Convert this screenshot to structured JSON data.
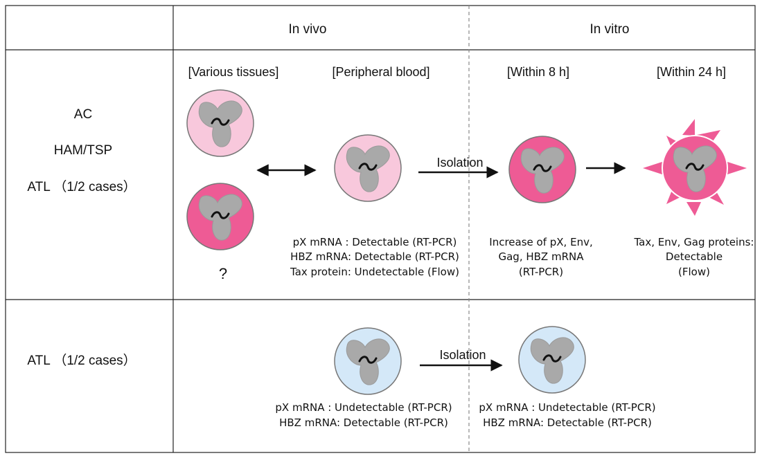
{
  "header": {
    "in_vivo": "In vivo",
    "in_vitro": "In vitro"
  },
  "row1": {
    "labels": [
      "AC",
      "HAM/TSP",
      "ATL （1/2 cases）"
    ],
    "stages": {
      "various_tissues": "[Various tissues]",
      "peripheral_blood": "[Peripheral blood]",
      "within_8h": "[Within 8 h]",
      "within_24h": "[Within 24 h]"
    },
    "question_mark": "?",
    "isolation_label": "Isolation",
    "peripheral_notes": [
      "pX  mRNA : Detectable (RT-PCR)",
      "HBZ mRNA: Detectable (RT-PCR)",
      "Tax protein: Undetectable (Flow)"
    ],
    "within_8h_notes": [
      "Increase of pX, Env,",
      "Gag, HBZ mRNA",
      "(RT-PCR)"
    ],
    "within_24h_notes": [
      "Tax, Env, Gag proteins:",
      "Detectable",
      "(Flow)"
    ]
  },
  "row2": {
    "label": "ATL （1/2 cases）",
    "isolation_label": "Isolation",
    "in_vivo_notes": [
      "pX  mRNA : Undetectable (RT-PCR)",
      "HBZ mRNA: Detectable (RT-PCR)"
    ],
    "in_vitro_notes": [
      "pX  mRNA : Undetectable (RT-PCR)",
      "HBZ mRNA: Detectable (RT-PCR)"
    ]
  },
  "colors": {
    "light_pink": "#f8c8dc",
    "hot_pink": "#ee5b95",
    "light_blue": "#d4e8f8",
    "nucleus_gray": "#a9a9a9",
    "grid_line": "#222222",
    "divider_dashed": "#888888"
  }
}
